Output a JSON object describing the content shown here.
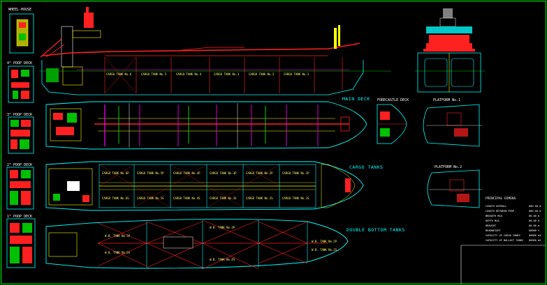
{
  "labels": {
    "wheel_house": "WHEEL-HOUSE",
    "deck_4": "4° POOP DECK",
    "deck_3": "3° POOP DECK",
    "deck_2": "2° POOP DECK",
    "deck_1": "1° POOP DECK",
    "main_deck": "MAIN DECK",
    "forecastle_deck": "FORECASTLE DECK",
    "cargo_tanks": "CARGO TANKS",
    "double_bottom_tanks": "DOUBLE BOTTOM TANKS",
    "platform_top": "PLATFORM No.1",
    "platform_bottom": "PLATFORM No.2",
    "principal_dims": "PRINCIPAL DIMENS"
  },
  "tanks": {
    "cargo_upper": [
      "CARGO TANK No.6P",
      "CARGO TANK No.5P",
      "CARGO TANK No.4P",
      "CARGO TANK No.3P",
      "CARGO TANK No.2P",
      "CARGO TANK No.1P"
    ],
    "cargo_lower": [
      "CARGO TANK No.6S",
      "CARGO TANK No.5S",
      "CARGO TANK No.4S",
      "CARGO TANK No.3S",
      "CARGO TANK No.2S",
      "CARGO TANK No.1S"
    ],
    "db_upper": [
      "W.B. TANK No.5P",
      "W.B. TANK No.3P",
      "W.B. TANK No.2P"
    ],
    "db_lower": [
      "W.B. TANK No.5S",
      "W.B. TANK No.4S",
      "W.B. TANK No.2S"
    ],
    "profile": [
      "CARGO TANK No.6",
      "CARGO TANK No.5",
      "CARGO TANK No.4",
      "CARGO TANK No.3",
      "CARGO TANK No.2",
      "CARGO TANK No.1"
    ]
  },
  "dims": [
    {
      "k": "LENGTH OVERALL",
      "v": "000.00 m"
    },
    {
      "k": "LENGTH BETWEEN PERP.",
      "v": "000.00 m"
    },
    {
      "k": "BREADTH MLD.",
      "v": "00.00 m"
    },
    {
      "k": "DEPTH MLD.",
      "v": "00.00 m"
    },
    {
      "k": "DRAUGHT",
      "v": "00.00 m"
    },
    {
      "k": "DEADWEIGHT",
      "v": "00000 t"
    },
    {
      "k": "CAPACITY OF CARGO TANKS",
      "v": "00000 m3"
    },
    {
      "k": "CAPACITY OF BALLAST TANKS",
      "v": "00000 m3"
    }
  ]
}
